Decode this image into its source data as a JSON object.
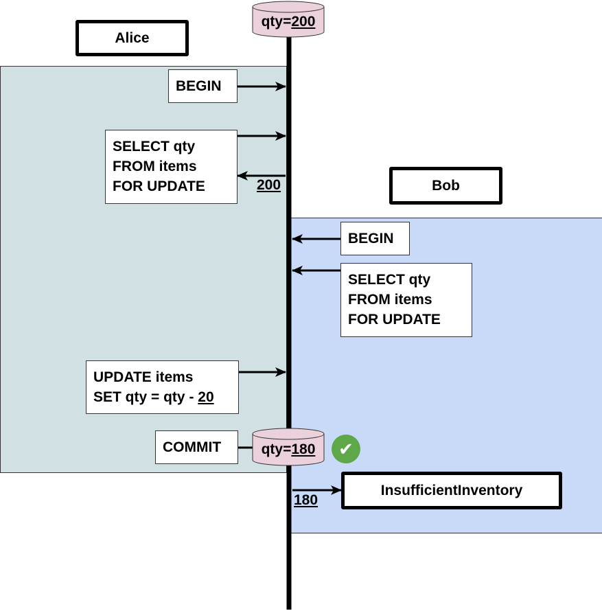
{
  "alice": {
    "title": "Alice",
    "begin": "BEGIN",
    "select": [
      "SELECT qty",
      "FROM items",
      "FOR UPDATE"
    ],
    "select_result": "200",
    "update_line1": "UPDATE items",
    "update_line2_prefix": "SET qty = qty - ",
    "update_line2_amount": "20",
    "commit": "COMMIT"
  },
  "bob": {
    "title": "Bob",
    "begin": "BEGIN",
    "select": [
      "SELECT qty",
      "FROM items",
      "FOR UPDATE"
    ],
    "select_result": "180",
    "error": "InsufficientInventory"
  },
  "db": {
    "start_prefix": "qty=",
    "start_value": "200",
    "end_prefix": "qty=",
    "end_value": "180"
  },
  "commit_status_icon": "check-circle-icon",
  "colors": {
    "alice_lane": "#d0e0e3",
    "bob_lane": "#c9daf8",
    "db_cylinder": "#ead1dc",
    "success": "#5ea84a"
  }
}
